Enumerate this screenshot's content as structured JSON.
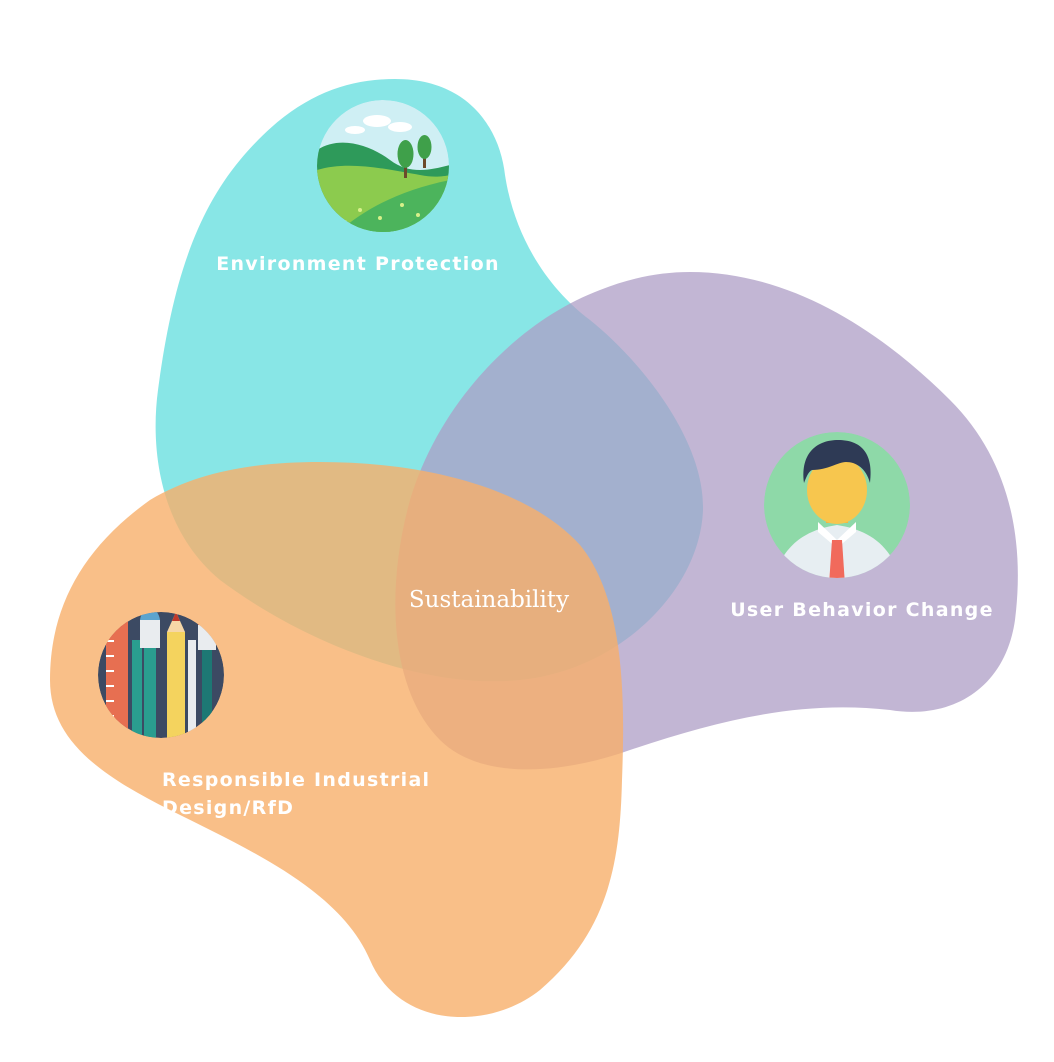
{
  "diagram": {
    "center_label": "Sustainability",
    "sets": [
      {
        "label_lines": [
          "Environment Protection"
        ],
        "icon": "landscape-icon",
        "color": "#6EE0E0"
      },
      {
        "label_lines": [
          "User Behavior Change"
        ],
        "icon": "businessman-icon",
        "color": "#AD9DC5"
      },
      {
        "label_lines": [
          "Responsible Industrial",
          "Design/RfD"
        ],
        "icon": "art-supplies-icon",
        "color": "#F7AF6A"
      }
    ]
  }
}
